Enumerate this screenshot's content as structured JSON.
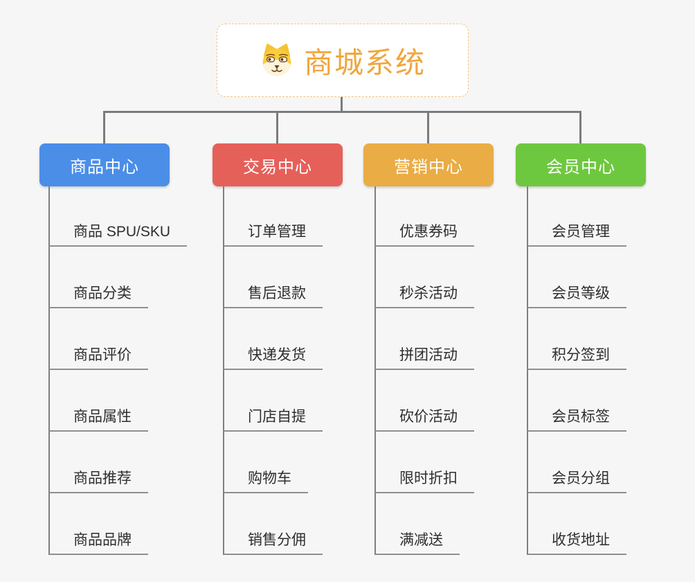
{
  "root": {
    "title": "商城系统",
    "title_color": "#f0a63c",
    "border_color": "#f2c47e",
    "icon": "dog-icon"
  },
  "colors": {
    "background": "#f6f6f6",
    "connector": "#7b7b7b",
    "underline": "#8f8f8f",
    "subitem_text": "#2e2e2e"
  },
  "branches": [
    {
      "label": "商品中心",
      "color": "#4a8ee8",
      "items": [
        "商品 SPU/SKU",
        "商品分类",
        "商品评价",
        "商品属性",
        "商品推荐",
        "商品品牌"
      ]
    },
    {
      "label": "交易中心",
      "color": "#e6605a",
      "items": [
        "订单管理",
        "售后退款",
        "快递发货",
        "门店自提",
        "购物车",
        "销售分佣"
      ]
    },
    {
      "label": "营销中心",
      "color": "#eaac44",
      "items": [
        "优惠券码",
        "秒杀活动",
        "拼团活动",
        "砍价活动",
        "限时折扣",
        "满减送"
      ]
    },
    {
      "label": "会员中心",
      "color": "#6ec83f",
      "items": [
        "会员管理",
        "会员等级",
        "积分签到",
        "会员标签",
        "会员分组",
        "收货地址"
      ]
    }
  ]
}
